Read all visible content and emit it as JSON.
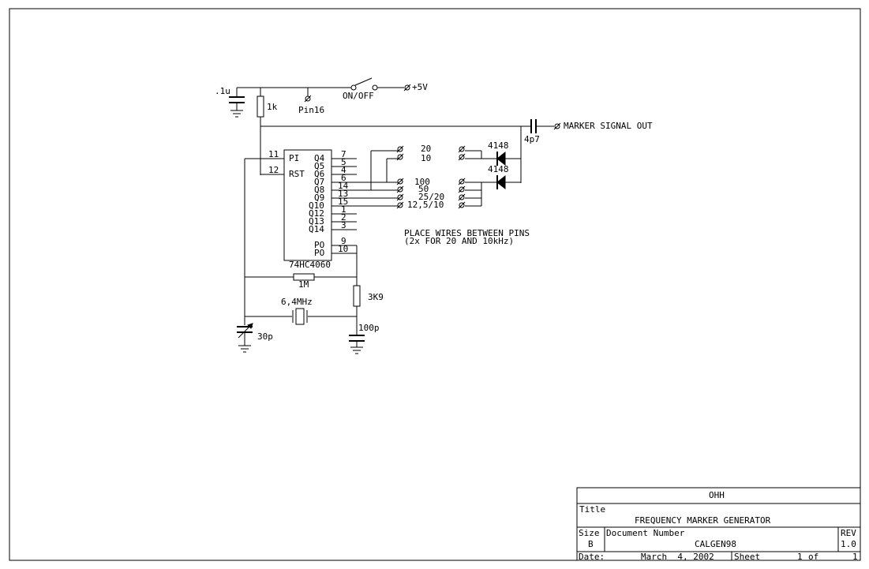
{
  "schematic": {
    "supply": {
      "cap_label": ".1u",
      "res_label": "1k",
      "pin_label": "Pin16",
      "switch_label": "ON/OFF",
      "vcc_label": "+5V"
    },
    "output": {
      "cap_label": "4p7",
      "label": "MARKER SIGNAL OUT"
    },
    "ic": {
      "part": "74HC4060",
      "left_pins": [
        {
          "num": "11",
          "name": "PI"
        },
        {
          "num": "12",
          "name": "RST"
        }
      ],
      "right_pins": [
        {
          "name": "Q4",
          "num": "7"
        },
        {
          "name": "Q5",
          "num": "5"
        },
        {
          "name": "Q6",
          "num": "4"
        },
        {
          "name": "Q7",
          "num": "6"
        },
        {
          "name": "Q8",
          "num": "14"
        },
        {
          "name": "Q9",
          "num": "13"
        },
        {
          "name": "Q10",
          "num": "15"
        },
        {
          "name": "Q12",
          "num": "1"
        },
        {
          "name": "Q13",
          "num": "2"
        },
        {
          "name": "Q14",
          "num": "3"
        },
        {
          "name": "PO",
          "num": "9"
        },
        {
          "name": "PO",
          "num": "10"
        }
      ]
    },
    "selector": {
      "top": [
        "20",
        "10"
      ],
      "bottom": [
        "100",
        "50",
        "25/20",
        "12,5/10"
      ]
    },
    "diodes": [
      "4148",
      "4148"
    ],
    "note": [
      "PLACE WIRES BETWEEN PINS",
      "(2x FOR 20 AND 10kHz)"
    ],
    "oscillator": {
      "r_feedback": "1M",
      "r_series": "3K9",
      "crystal": "6,4MHz",
      "trim_cap": "30p",
      "cap": "100p"
    }
  },
  "title_block": {
    "company": "OHH",
    "title_label": "Title",
    "title": "FREQUENCY MARKER GENERATOR",
    "size_label": "Size",
    "size": "B",
    "docnum_label": "Document Number",
    "docnum": "CALGEN98",
    "rev_label": "REV",
    "rev": "1.0",
    "date_label": "Date:",
    "date": "March  4, 2002",
    "sheet_label": "Sheet",
    "sheet_num": "1",
    "of_label": "of",
    "sheet_total": "1"
  }
}
